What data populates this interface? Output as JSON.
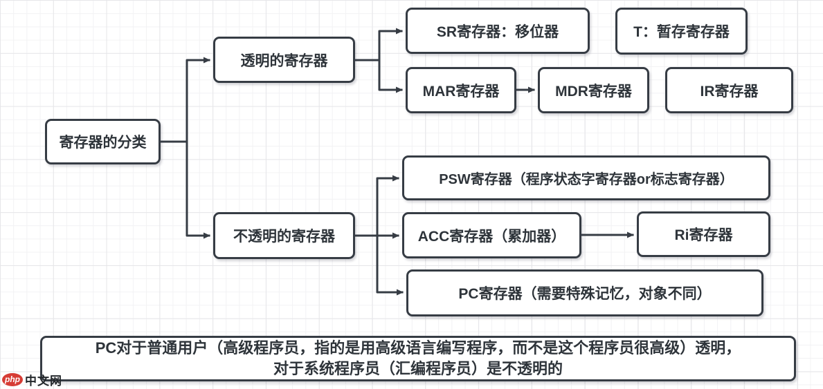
{
  "diagram": {
    "root": {
      "label": "寄存器的分类"
    },
    "branches": {
      "transparent": {
        "label": "透明的寄存器"
      },
      "opaque": {
        "label": "不透明的寄存器"
      }
    },
    "nodes": {
      "sr": "SR寄存器：移位器",
      "t": "T：暂存寄存器",
      "mar": "MAR寄存器",
      "mdr": "MDR寄存器",
      "ir": "IR寄存器",
      "psw": "PSW寄存器（程序状态字寄存器or标志寄存器）",
      "acc": "ACC寄存器（累加器）",
      "ri": "Ri寄存器",
      "pc": "PC寄存器（需要特殊记忆，对象不同）"
    },
    "note": {
      "line1": "PC对于普通用户（高级程序员，指的是用高级语言编写程序，而不是这个程序员很高级）透明，",
      "line2": "对于系统程序员（汇编程序员）是不透明的"
    }
  },
  "watermark": {
    "badge": "php",
    "text": "中文网"
  },
  "colors": {
    "line": "#363c44",
    "text": "#2e343a",
    "grid_minor": "#f2f2f4",
    "grid_major": "#e6e6e9",
    "badge_red": "#d63c35"
  }
}
